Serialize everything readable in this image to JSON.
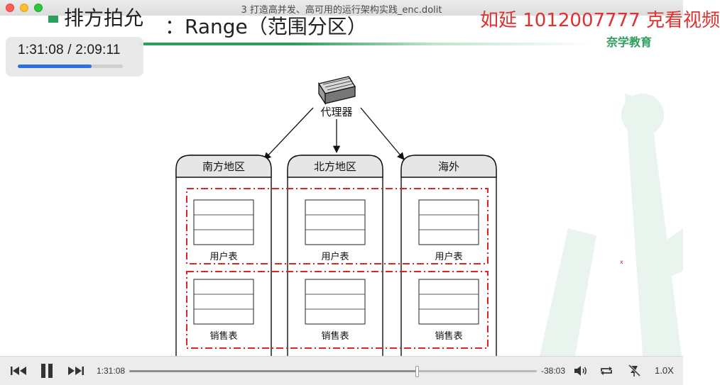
{
  "window": {
    "title": "3 打造高并发、高可用的运行架构实践_enc.dolit"
  },
  "slide": {
    "title_left": "排方拍允",
    "title": "：Range（范围分区）",
    "red_banner": "如延 1012007777 克看视频",
    "logo": "奈学教育",
    "proxy_label": "代理器",
    "regions": [
      {
        "name": "南方地区",
        "user_table": "用户表",
        "sales_table": "销售表"
      },
      {
        "name": "北方地区",
        "user_table": "用户表",
        "sales_table": "销售表"
      },
      {
        "name": "海外",
        "user_table": "用户表",
        "sales_table": "销售表"
      }
    ]
  },
  "overlay": {
    "time": "1:31:08 / 2:09:11",
    "progress": 0.705
  },
  "controls": {
    "elapsed": "1:31:08",
    "remaining": "-38:03",
    "speed": "1.0X",
    "progress": 0.705,
    "icons": [
      "skip-back-icon",
      "pause-icon",
      "skip-forward-icon",
      "volume-icon",
      "loop-icon",
      "no-pin-icon"
    ]
  },
  "colors": {
    "accent_green": "#2e9e5e",
    "partition_red": "#e02424",
    "seek_blue": "#2f6fe6"
  }
}
